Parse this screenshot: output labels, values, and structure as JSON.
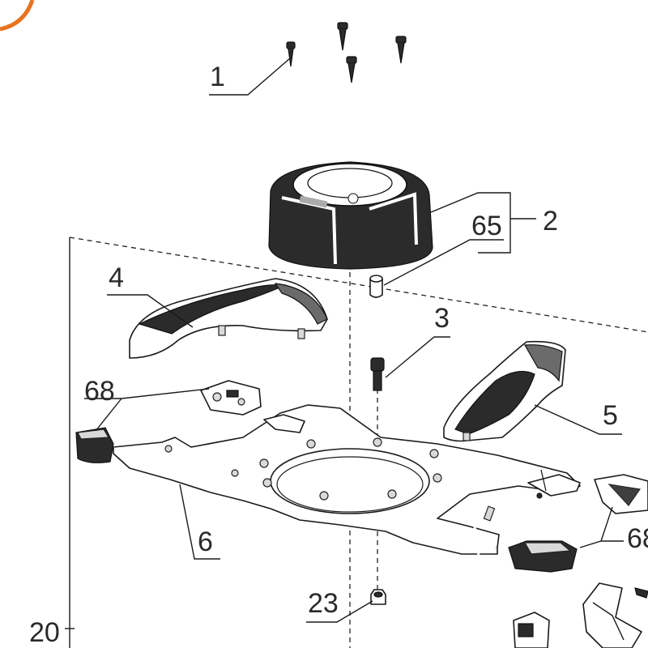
{
  "diagram": {
    "labels": {
      "l1": "1",
      "l2": "2",
      "l65": "65",
      "l3": "3",
      "l4": "4",
      "l5": "5",
      "l6": "6",
      "l68a": "68",
      "l68b": "68",
      "l23": "23",
      "l20": "20"
    },
    "colors": {
      "line": "#1a1a1a",
      "accent": "#e8731e"
    }
  }
}
